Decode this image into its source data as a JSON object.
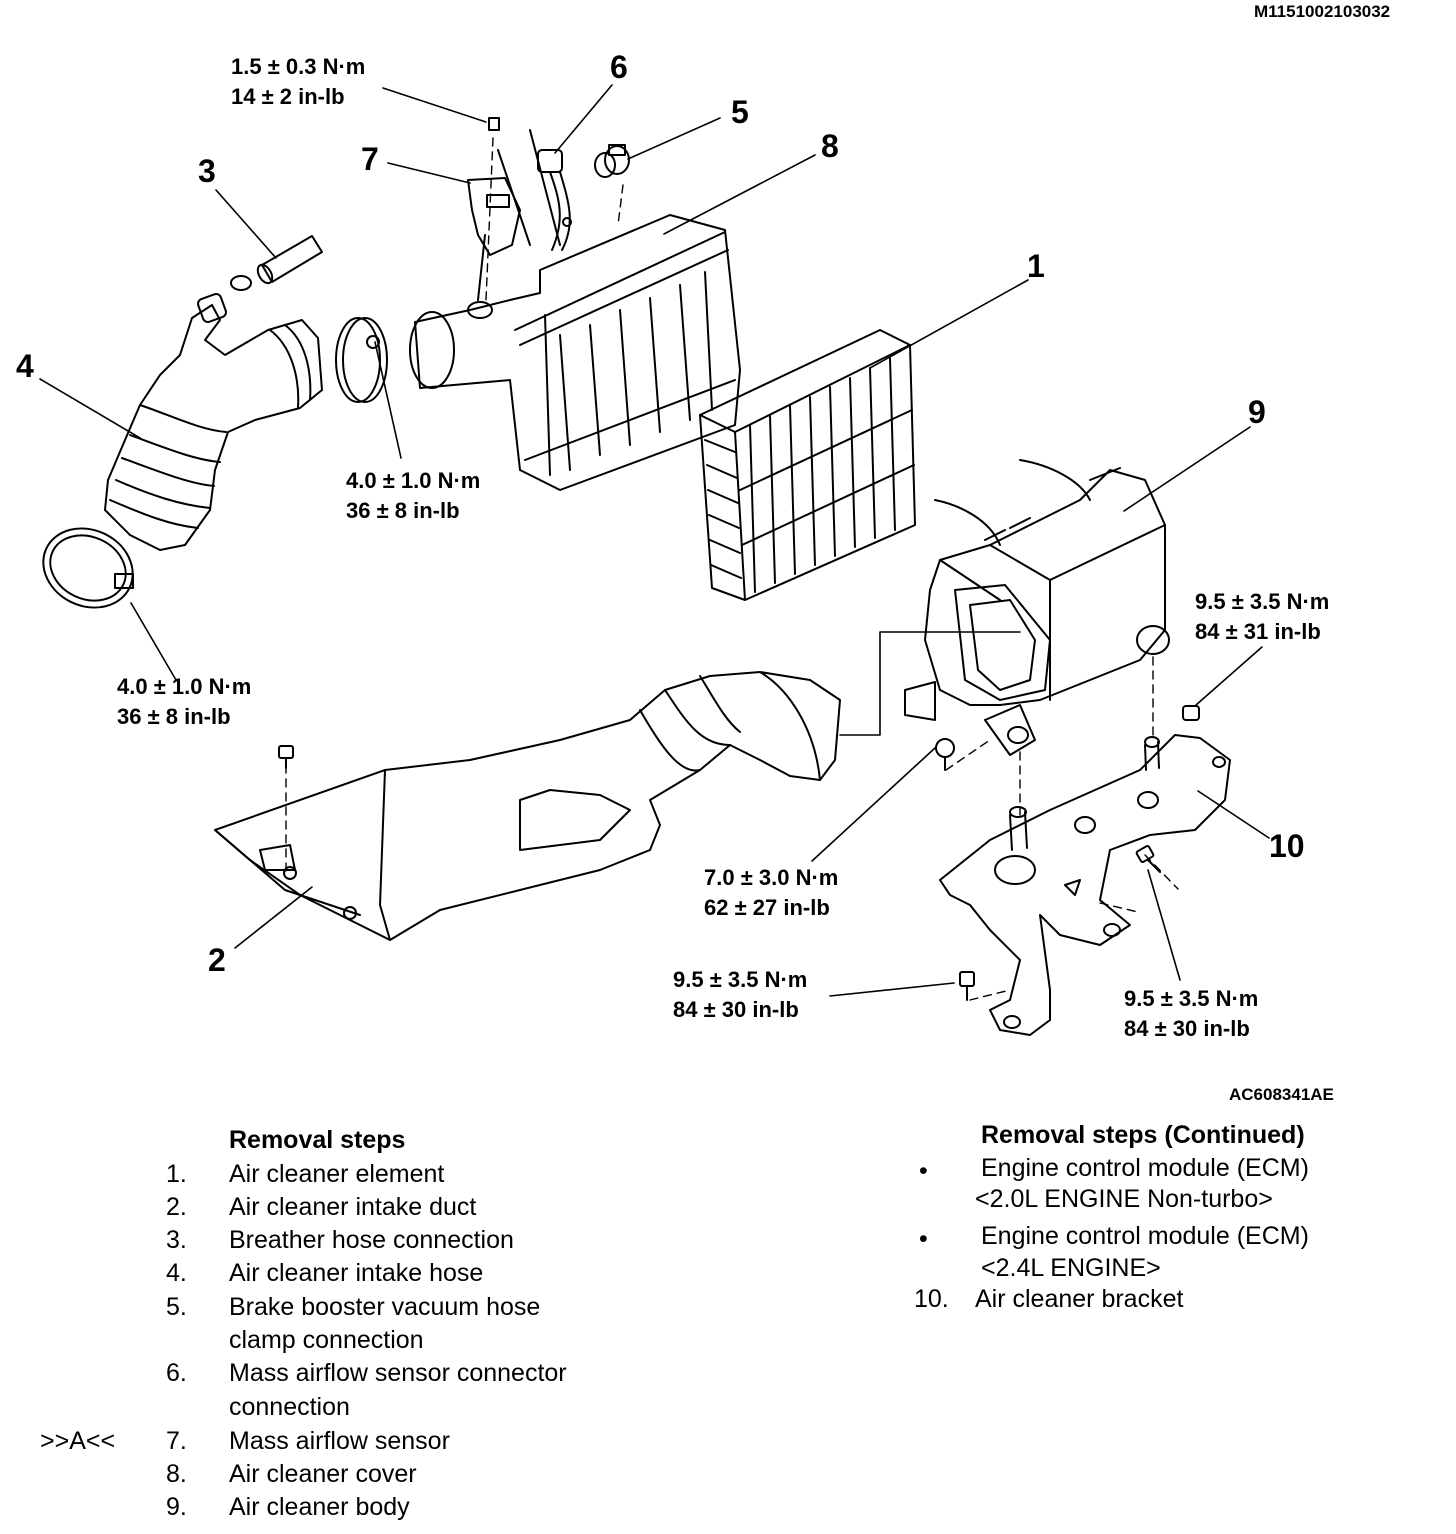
{
  "doc_id": "M1151002103032",
  "figure_id": "AC608341AE",
  "callouts": [
    "1",
    "2",
    "3",
    "4",
    "5",
    "6",
    "7",
    "8",
    "9",
    "10"
  ],
  "torque_specs": {
    "maf_screw": [
      "1.5 ± 0.3 N·m",
      "14 ± 2 in-lb"
    ],
    "cover_clamp": [
      "4.0 ± 1.0 N·m",
      "36 ± 8 in-lb"
    ],
    "hose_clamp": [
      "4.0 ± 1.0 N·m",
      "36 ± 8 in-lb"
    ],
    "bracket_nut_upper": [
      "9.5 ± 3.5 N·m",
      "84 ± 31 in-lb"
    ],
    "body_bolt": [
      "7.0 ± 3.0 N·m",
      "62 ± 27 in-lb"
    ],
    "bracket_bolt_left": [
      "9.5 ± 3.5 N·m",
      "84 ± 30 in-lb"
    ],
    "bracket_bolt_right": [
      "9.5 ± 3.5 N·m",
      "84 ± 30 in-lb"
    ]
  },
  "removal_steps": {
    "title": "Removal steps",
    "items": [
      {
        "num": "1.",
        "text": "Air cleaner element"
      },
      {
        "num": "2.",
        "text": "Air cleaner intake duct"
      },
      {
        "num": "3.",
        "text": "Breather hose connection"
      },
      {
        "num": "4.",
        "text": "Air cleaner intake hose"
      },
      {
        "num": "5.",
        "text": "Brake booster vacuum hose",
        "text2": "clamp connection"
      },
      {
        "num": "6.",
        "text": "Mass airflow sensor connector",
        "text2": "connection"
      },
      {
        "num": "7.",
        "text": "Mass airflow sensor",
        "mark": ">>A<<"
      },
      {
        "num": "8.",
        "text": "Air cleaner cover"
      },
      {
        "num": "9.",
        "text": "Air cleaner body"
      }
    ]
  },
  "removal_steps_continued": {
    "title": "Removal steps (Continued)",
    "items": [
      {
        "bullet": "•",
        "text": "Engine control module (ECM)",
        "text2": "<2.0L  ENGINE Non-turbo>"
      },
      {
        "bullet": "•",
        "text": "Engine control module (ECM)",
        "text2": "<2.4L  ENGINE>"
      },
      {
        "num": "10.",
        "text": "Air cleaner bracket"
      }
    ]
  }
}
